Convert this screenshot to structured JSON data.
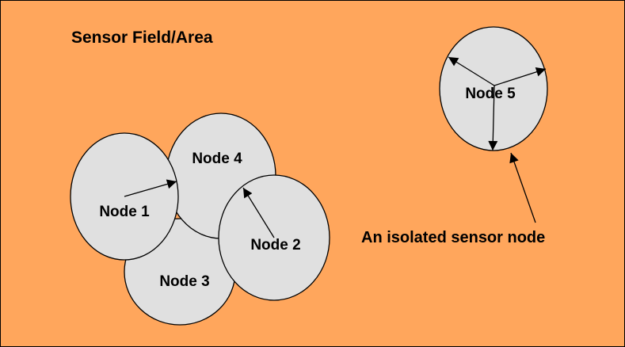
{
  "diagram": {
    "title": "Sensor Field/Area",
    "annotation": "An isolated sensor node",
    "colors": {
      "background": "#ffa65c",
      "node_fill": "#e0e0e0",
      "stroke": "#000000"
    },
    "nodes": [
      {
        "id": "node-1",
        "label": "Node 1"
      },
      {
        "id": "node-2",
        "label": "Node 2"
      },
      {
        "id": "node-3",
        "label": "Node 3"
      },
      {
        "id": "node-4",
        "label": "Node 4"
      },
      {
        "id": "node-5",
        "label": "Node 5"
      }
    ]
  }
}
